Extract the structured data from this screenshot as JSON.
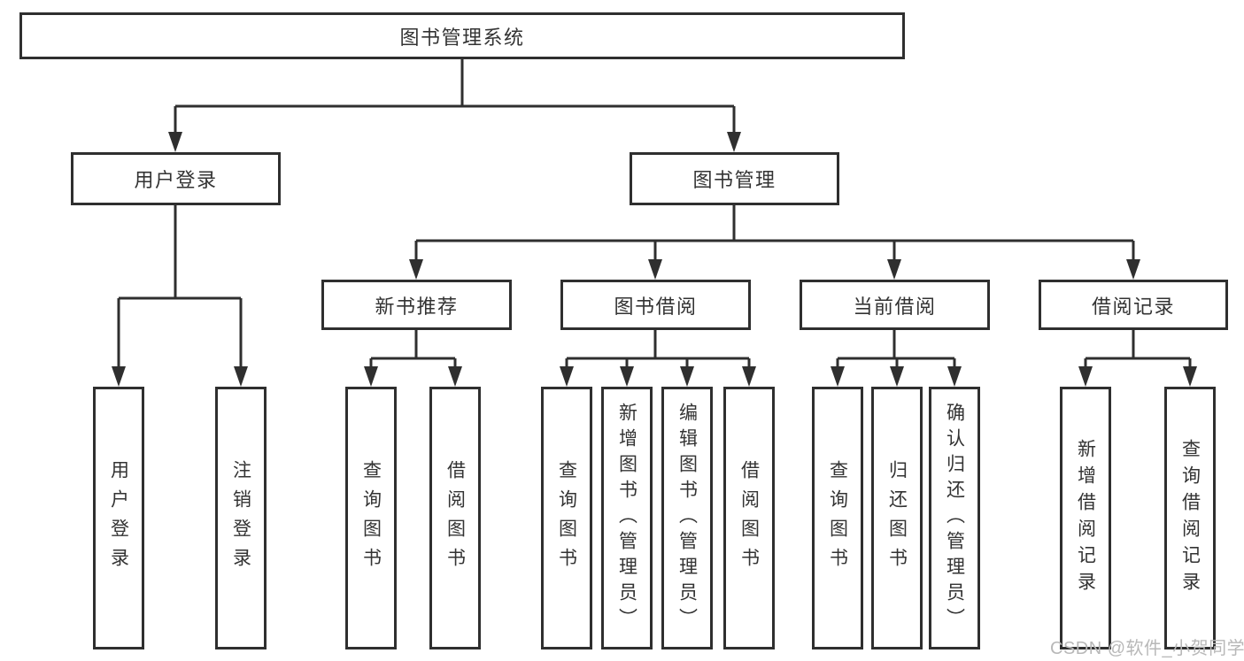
{
  "tree": {
    "root": {
      "label": "图书管理系统"
    },
    "branches": [
      {
        "label": "用户登录",
        "children": [
          {
            "label": "用户登录"
          },
          {
            "label": "注销登录"
          }
        ]
      },
      {
        "label": "图书管理",
        "children": [
          {
            "label": "新书推荐",
            "children": [
              {
                "label": "查询图书"
              },
              {
                "label": "借阅图书"
              }
            ]
          },
          {
            "label": "图书借阅",
            "children": [
              {
                "label": "查询图书"
              },
              {
                "label": "新增图书（管理员）"
              },
              {
                "label": "编辑图书（管理员）"
              },
              {
                "label": "借阅图书"
              }
            ]
          },
          {
            "label": "当前借阅",
            "children": [
              {
                "label": "查询图书"
              },
              {
                "label": "归还图书"
              },
              {
                "label": "确认归还（管理员）"
              }
            ]
          },
          {
            "label": "借阅记录",
            "children": [
              {
                "label": "新增借阅记录"
              },
              {
                "label": "查询借阅记录"
              }
            ]
          }
        ]
      }
    ]
  },
  "watermark": "CSDN @软件_小贺同学",
  "colors": {
    "line": "#2f2f2f",
    "box_border": "#2f2f2f",
    "text": "#333333",
    "watermark": "#b8b8b8",
    "background": "#ffffff"
  }
}
